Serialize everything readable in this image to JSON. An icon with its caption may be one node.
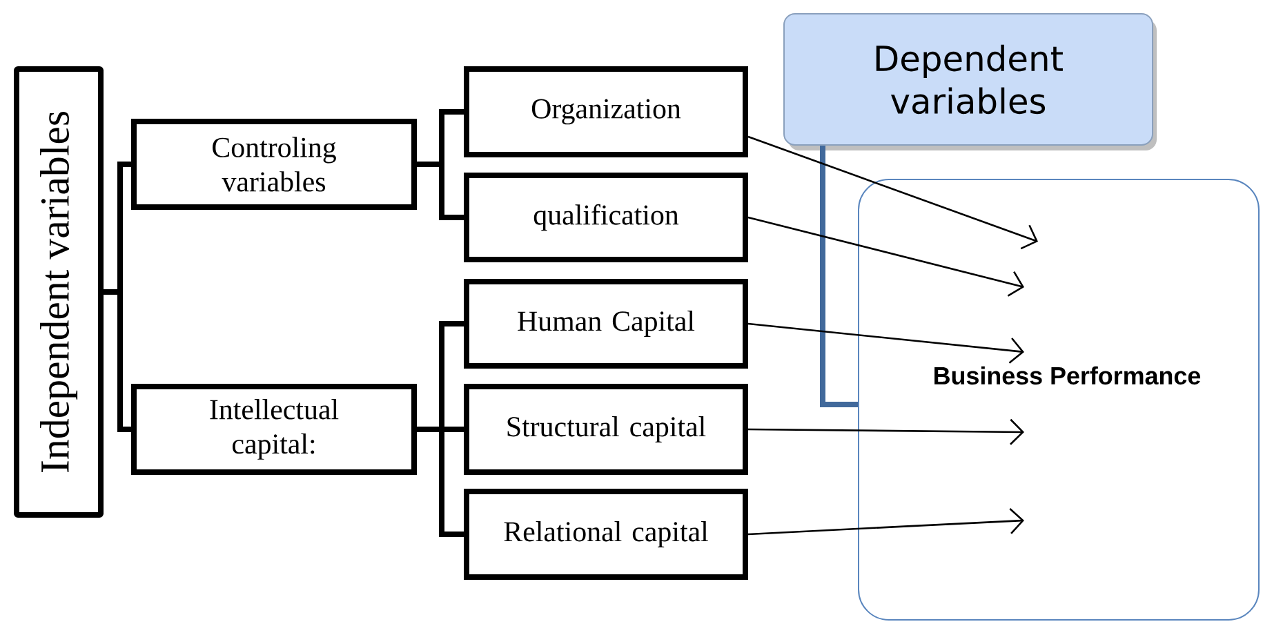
{
  "diagram": {
    "nodes": [
      {
        "text": [
          "Independent variables"
        ]
      },
      {
        "text": [
          "Controling variables"
        ]
      },
      {
        "text": [
          "Intellectual capital:"
        ]
      },
      {
        "text": [
          "Organization"
        ]
      },
      {
        "text": [
          "qualification"
        ]
      },
      {
        "text": [
          "Human Capital"
        ]
      },
      {
        "text": [
          "Structural capital"
        ]
      },
      {
        "text": [
          "Relational capital"
        ]
      },
      {
        "text": [
          "Dependent variables"
        ]
      },
      {
        "text": [
          "Business Performance"
        ]
      }
    ],
    "edges": [
      {
        "from": 0,
        "to": 1,
        "arrow": "none"
      },
      {
        "from": 0,
        "to": 2,
        "arrow": "none"
      },
      {
        "from": 1,
        "to": 3,
        "arrow": "none"
      },
      {
        "from": 1,
        "to": 4,
        "arrow": "none"
      },
      {
        "from": 2,
        "to": 5,
        "arrow": "none"
      },
      {
        "from": 2,
        "to": 6,
        "arrow": "none"
      },
      {
        "from": 2,
        "to": 7,
        "arrow": "none"
      },
      {
        "from": 8,
        "to": 9,
        "arrow": "none",
        "color": "#41699b"
      },
      {
        "from": 3,
        "to": 9,
        "arrow": "to"
      },
      {
        "from": 4,
        "to": 9,
        "arrow": "to"
      },
      {
        "from": 5,
        "to": 9,
        "arrow": "to"
      },
      {
        "from": 6,
        "to": 9,
        "arrow": "to"
      },
      {
        "from": 7,
        "to": 9,
        "arrow": "to"
      }
    ]
  }
}
